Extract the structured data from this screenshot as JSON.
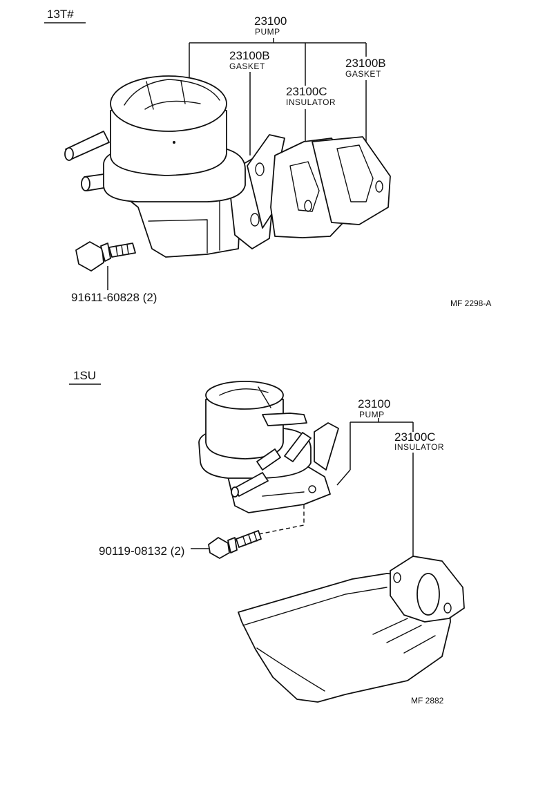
{
  "sections": [
    {
      "code": "13T#",
      "labels": {
        "pump_no": "23100",
        "pump_desc": "PUMP",
        "gasket1_no": "23100B",
        "gasket1_desc": "GASKET",
        "insulator_no": "23100C",
        "insulator_desc": "INSULATOR",
        "gasket2_no": "23100B",
        "gasket2_desc": "GASKET",
        "bolt": "91611-60828 (2)"
      },
      "figure_ref": "MF 2298-A"
    },
    {
      "code": "1SU",
      "labels": {
        "pump_no": "23100",
        "pump_desc": "PUMP",
        "insulator_no": "23100C",
        "insulator_desc": "INSULATOR",
        "bolt": "90119-08132 (2)"
      },
      "figure_ref": "MF 2882"
    }
  ]
}
